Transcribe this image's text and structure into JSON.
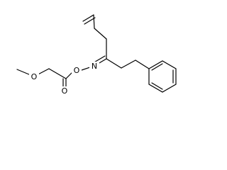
{
  "structure": {
    "atom_labels": {
      "methoxy_oxygen": "O",
      "carbonyl_oxygen": "O",
      "oxime_oxygen": "O",
      "oxime_nitrogen": "N"
    }
  }
}
